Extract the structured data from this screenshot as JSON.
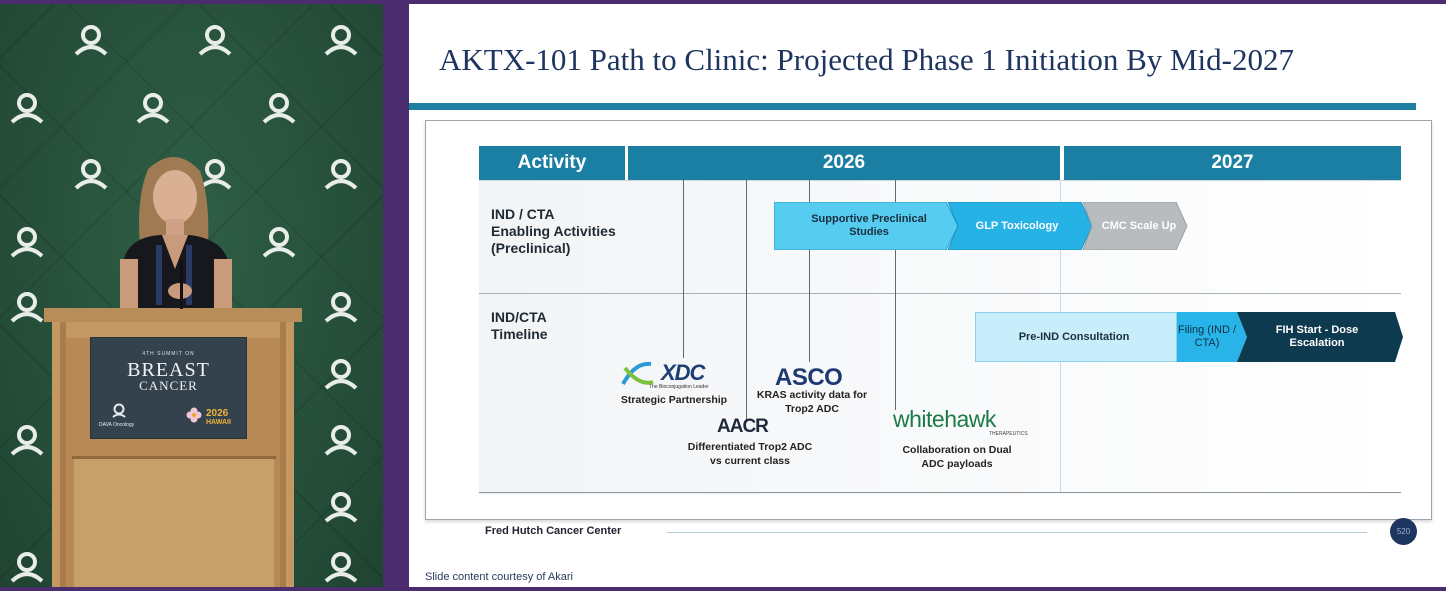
{
  "video": {
    "podium_sign": {
      "line1": "4TH SUMMIT ON",
      "line2": "BREAST",
      "line3": "CANCER",
      "logo_left": "DAVA Oncology",
      "year": "2026",
      "place": "HAWAII"
    }
  },
  "slide": {
    "title": "AKTX-101 Path to Clinic: Projected Phase 1 Initiation By Mid-2027",
    "headers": {
      "activity": "Activity",
      "year1": "2026",
      "year2": "2027"
    },
    "rows": [
      {
        "label": "IND / CTA\nEnabling Activities\n(Preclinical)"
      },
      {
        "label": "IND/CTA\nTimeline"
      }
    ],
    "row1_bars": [
      {
        "label": "Supportive Preclinical Studies"
      },
      {
        "label": "GLP Toxicology"
      },
      {
        "label": "CMC Scale Up"
      }
    ],
    "row2_bars": [
      {
        "label": "Pre-IND Consultation"
      },
      {
        "label": "Filing (IND / CTA)"
      },
      {
        "label": "FIH Start - Dose Escalation"
      }
    ],
    "milestones": [
      {
        "logo": "XDC",
        "logo_sub": "The Bioconjugation Leader",
        "text": "Strategic Partnership"
      },
      {
        "logo": "AACR",
        "text": "Differentiated Trop2 ADC vs current class"
      },
      {
        "logo": "ASCO",
        "text": "KRAS activity data for Trop2 ADC"
      },
      {
        "logo": "whitehawk",
        "logo_sub": "THERAPEUTICS",
        "text": "Collaboration on Dual ADC payloads"
      }
    ],
    "footer": {
      "institution": "Fred Hutch Cancer Center",
      "page": "520"
    },
    "courtesy": "Slide content courtesy of Akari",
    "colors": {
      "header": "#1a7fa2",
      "light_bar": "#4ccbf0",
      "mid_bar": "#2bb5e8",
      "gray_bar": "#b6babd",
      "dark_bar": "#0e3a4f",
      "title": "#1e3560"
    }
  }
}
